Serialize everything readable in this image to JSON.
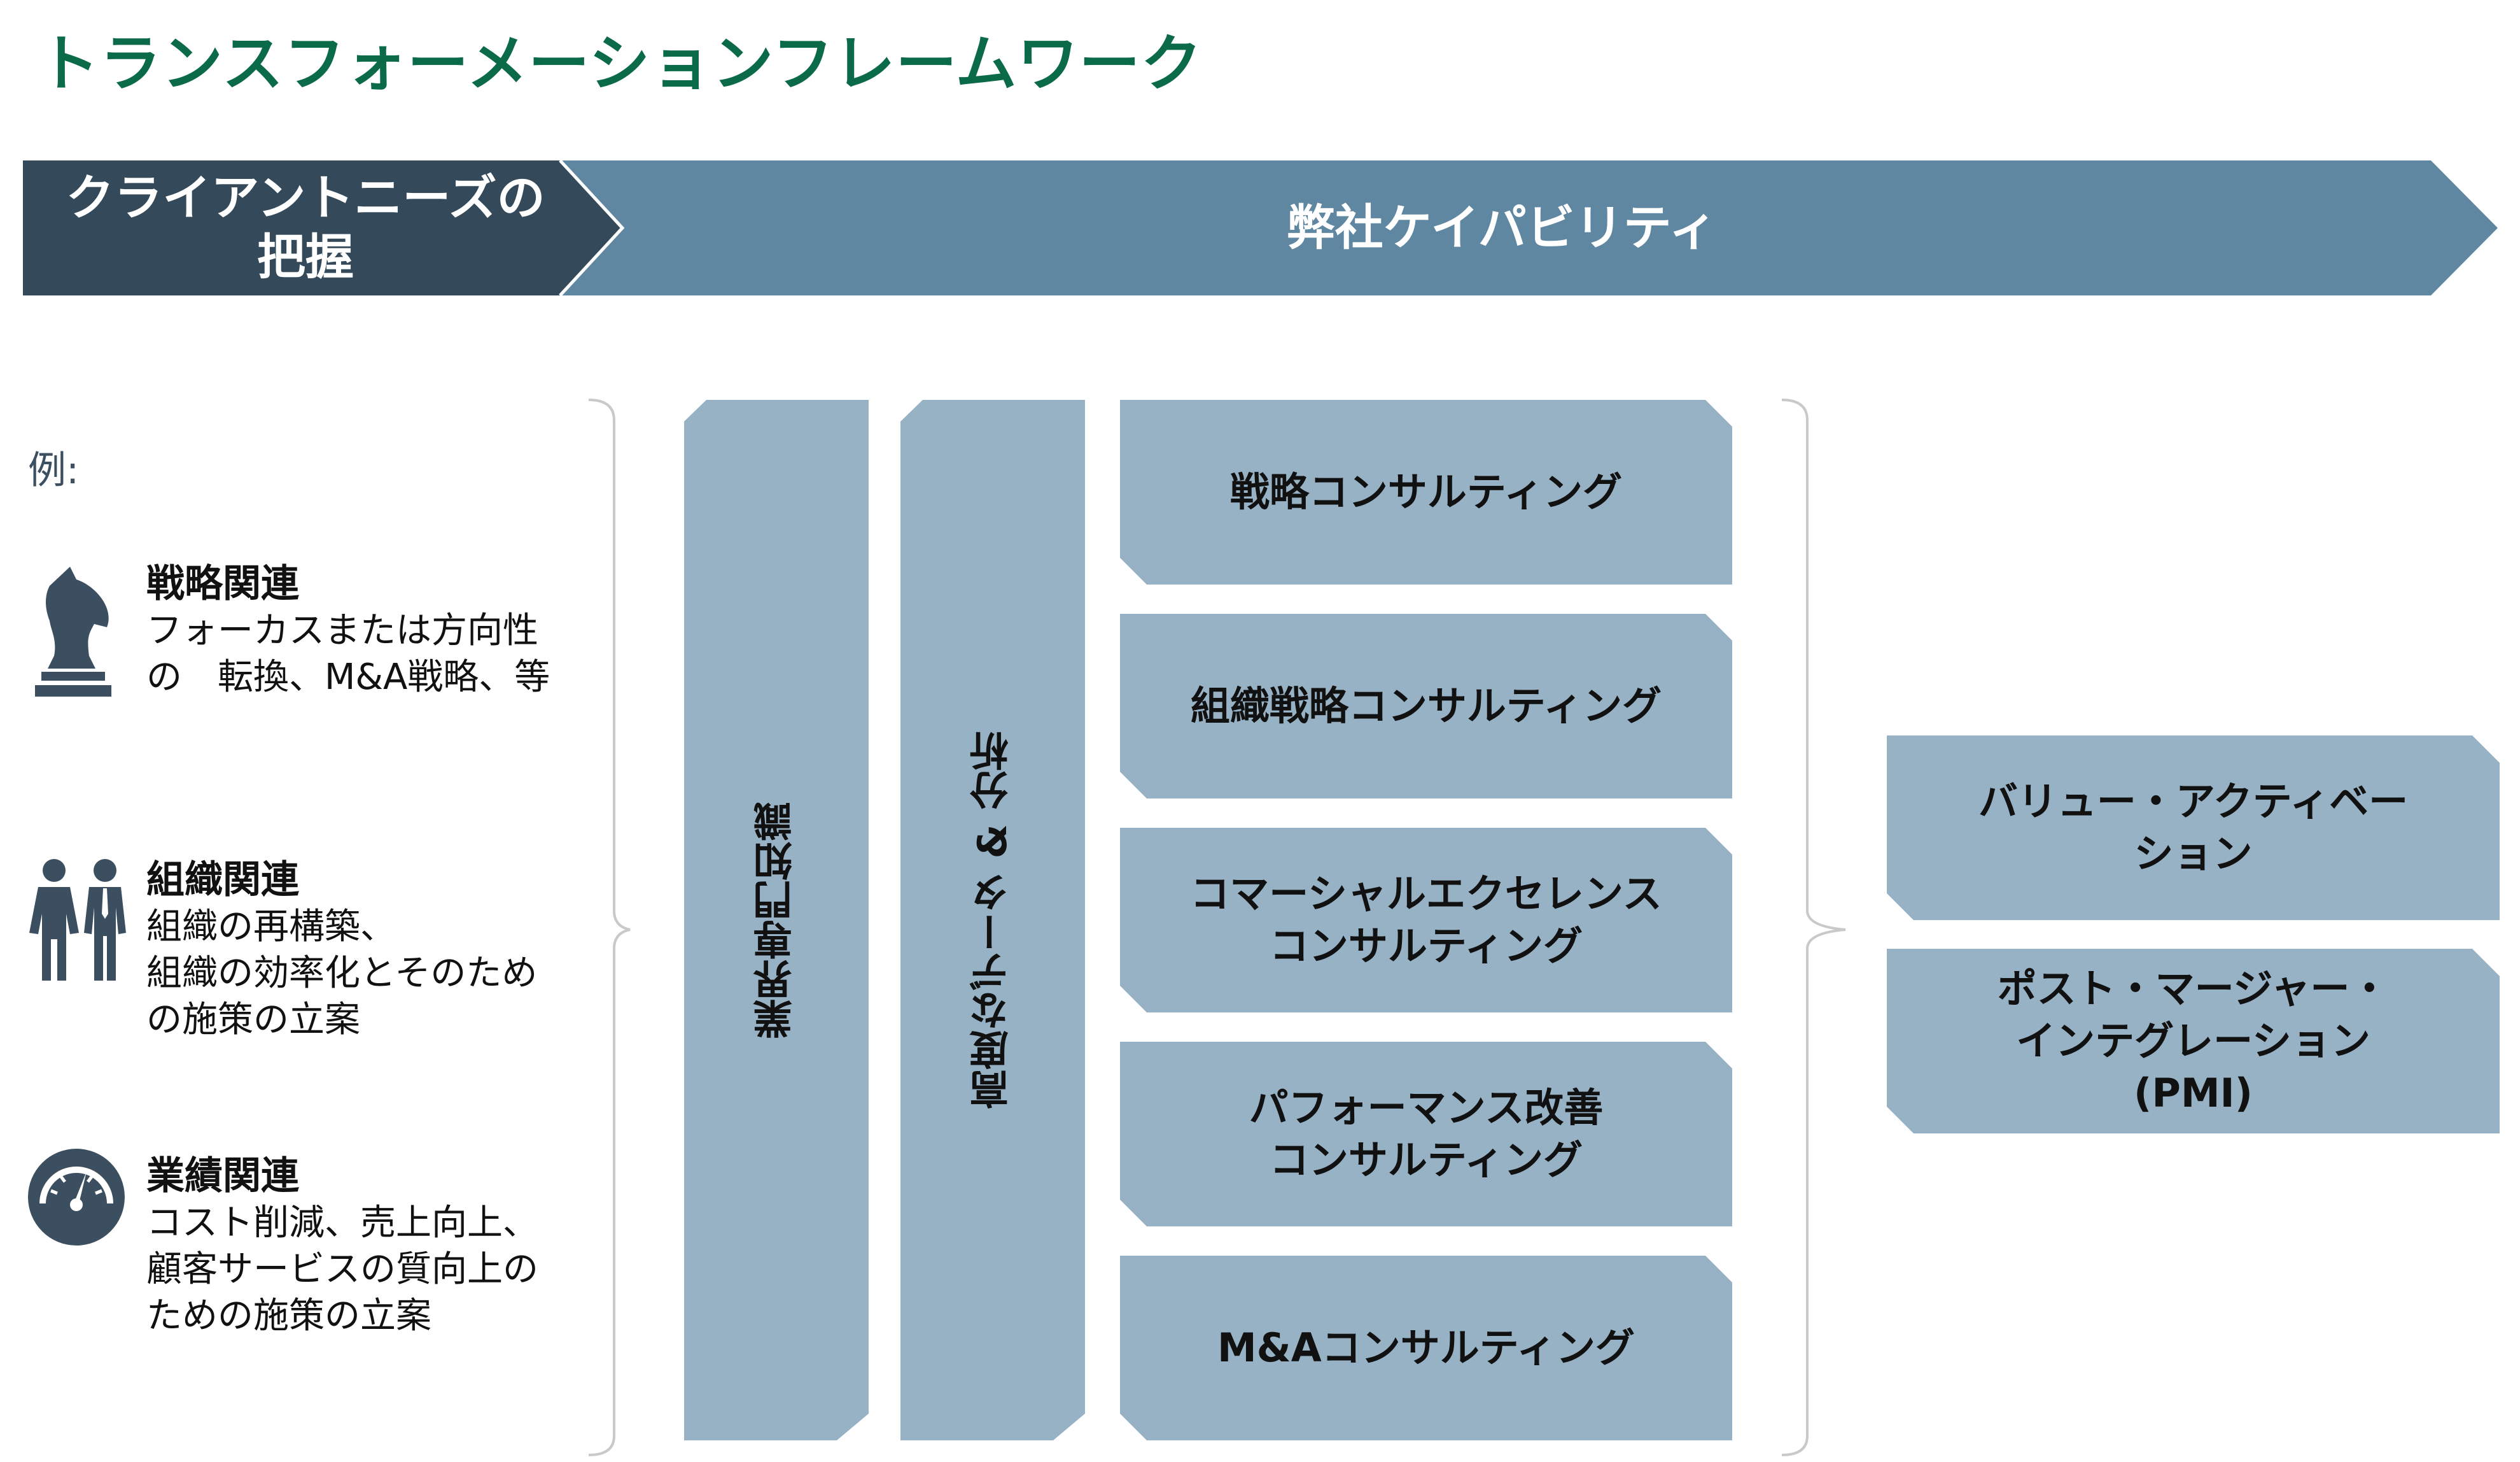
{
  "title": "トランスフォーメーションフレームワーク",
  "header": {
    "client_needs": "クライアントニーズの\n把握",
    "capabilities": "弊社ケイパビリティ"
  },
  "examples": {
    "label": "例:",
    "items": [
      {
        "icon": "chess-knight-icon",
        "heading": "戦略関連",
        "body": "フォーカスまたは方向性\nの　転換、M&A戦略、等"
      },
      {
        "icon": "people-icon",
        "heading": "組織関連",
        "body": "組織の再構築、\n組織の効率化とそのため\nの施策の立案"
      },
      {
        "icon": "gauge-icon",
        "heading": "業績関連",
        "body": "コスト削減、売上向上、\n顧客サービスの質向上の\nための施策の立案"
      }
    ]
  },
  "capabilities": {
    "vertical": [
      "業界専門知識",
      "高度なデータ & 分析"
    ],
    "consulting": [
      "戦略コンサルティング",
      "組織戦略コンサルティング",
      "コマーシャルエクセレンス\nコンサルティング",
      "パフォーマンス改善\nコンサルティング",
      "M&Aコンサルティング"
    ]
  },
  "outcomes": [
    "バリュー・アクティベー\nション",
    "ポスト・マージャー・\nインテグレーション\n(PMI)"
  ],
  "colors": {
    "title": "#0b6b48",
    "dark_chevron": "#34495a",
    "banner": "#5f87a1",
    "panel": "#97b1c5",
    "bracket": "#c9c9c9"
  }
}
